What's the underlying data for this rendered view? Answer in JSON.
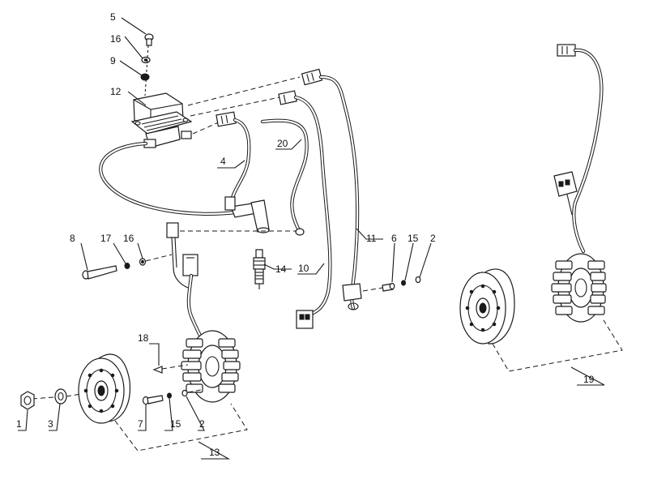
{
  "callouts": [
    {
      "id": "c5",
      "text": "5"
    },
    {
      "id": "c16a",
      "text": "16"
    },
    {
      "id": "c9",
      "text": "9"
    },
    {
      "id": "c12",
      "text": "12"
    },
    {
      "id": "c4",
      "text": "4"
    },
    {
      "id": "c20",
      "text": "20"
    },
    {
      "id": "c11",
      "text": "11"
    },
    {
      "id": "c10",
      "text": "10"
    },
    {
      "id": "c14",
      "text": "14"
    },
    {
      "id": "c8",
      "text": "8"
    },
    {
      "id": "c17",
      "text": "17"
    },
    {
      "id": "c16b",
      "text": "16"
    },
    {
      "id": "c6",
      "text": "6"
    },
    {
      "id": "c15a",
      "text": "15"
    },
    {
      "id": "c2a",
      "text": "2"
    },
    {
      "id": "c18",
      "text": "18"
    },
    {
      "id": "c1",
      "text": "1"
    },
    {
      "id": "c3",
      "text": "3"
    },
    {
      "id": "c7",
      "text": "7"
    },
    {
      "id": "c15b",
      "text": "15"
    },
    {
      "id": "c2b",
      "text": "2"
    },
    {
      "id": "c13",
      "text": "13"
    },
    {
      "id": "c19",
      "text": "19"
    }
  ]
}
